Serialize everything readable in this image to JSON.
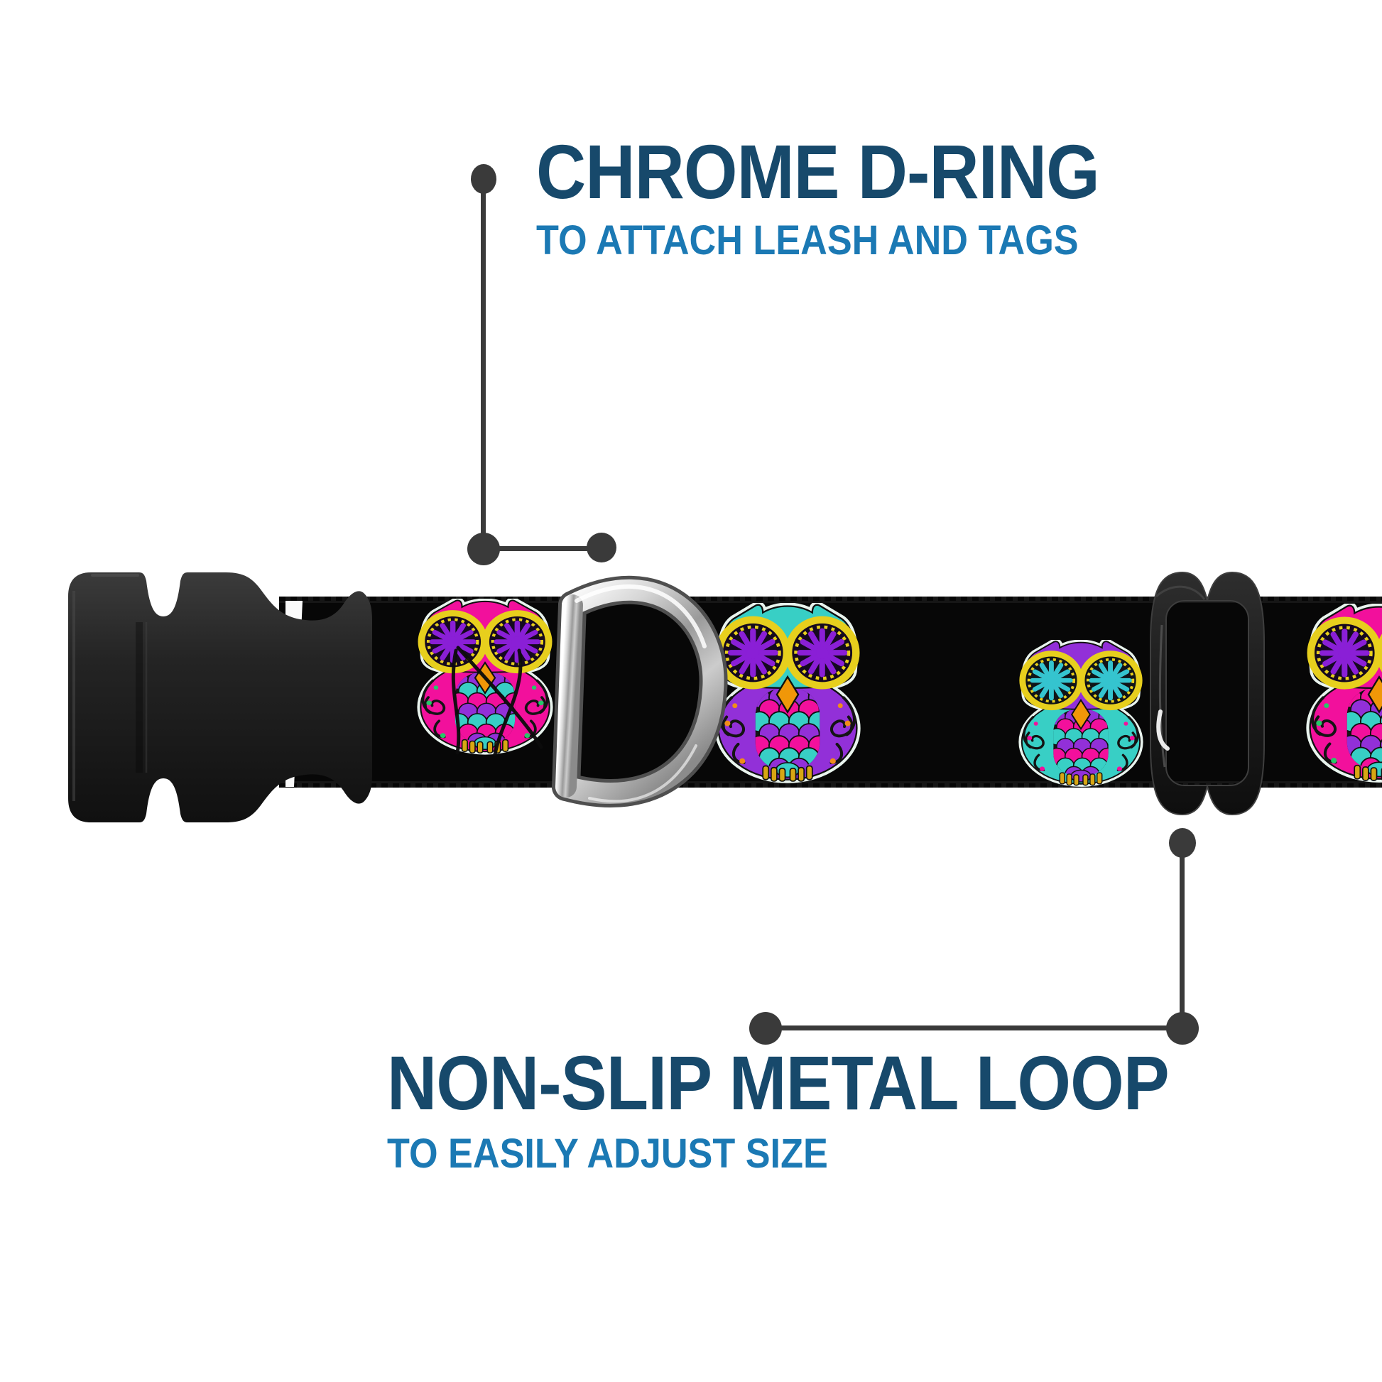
{
  "page": {
    "background": "#ffffff",
    "description": "Dog collar product callout image"
  },
  "annotations": {
    "top": {
      "title": "CHROME D-RING",
      "subtitle": "TO ATTACH LEASH AND TAGS"
    },
    "bottom": {
      "title": "NON-SLIP METAL LOOP",
      "subtitle": "TO EASILY ADJUST SIZE"
    }
  },
  "colors": {
    "background": "#ffffff",
    "title": "#17496b",
    "subtitle": "#1b79b4",
    "leader": "#3a3a3a",
    "webbing": "#070707",
    "buckle_plastic": "#232323",
    "chrome_light": "#f4f4f4",
    "chrome_dark": "#8b8b8b",
    "slider_plastic": "#1e1e1e"
  },
  "collar": {
    "parts": [
      "side-release-buckle",
      "owl-print-webbing",
      "chrome-d-ring",
      "non-slip-slider-loop"
    ],
    "owls": [
      {
        "id": "owl-1",
        "palette": {
          "head": "#f2109c",
          "wing": "#f2109c",
          "iris": "#8a1fd6",
          "ring": "#e7cf1d",
          "ring2": "#f2e379",
          "beak": "#f09708",
          "r1": "#9230d8",
          "r2": "#38cfc5",
          "r3": "#f2109c",
          "accent": "#27c768",
          "feet": "#d8a713",
          "tail": "#38cfc5",
          "halo": "#e9f4ee",
          "eyebg": "#15091f"
        }
      },
      {
        "id": "owl-2",
        "palette": {
          "head": "#38cfc5",
          "wing": "#9230d8",
          "iris": "#8a1fd6",
          "ring": "#e7cf1d",
          "ring2": "#f2e379",
          "beak": "#f09708",
          "r1": "#9230d8",
          "r2": "#f2109c",
          "r3": "#38cfc5",
          "accent": "#f08c1a",
          "feet": "#d8a713",
          "tail": "#38cfc5",
          "halo": "#e9f4ee",
          "eyebg": "#15091f"
        }
      },
      {
        "id": "owl-3",
        "palette": {
          "head": "#9230d8",
          "wing": "#38cfc5",
          "iris": "#35c4cf",
          "ring": "#e7cf1d",
          "ring2": "#f2e379",
          "beak": "#f09708",
          "r1": "#9230d8",
          "r2": "#f2109c",
          "r3": "#38cfc5",
          "accent": "#f2109c",
          "feet": "#d8a713",
          "tail": "#9230d8",
          "halo": "#e9f4ee",
          "eyebg": "#101418"
        }
      },
      {
        "id": "owl-4",
        "palette": {
          "head": "#f2109c",
          "wing": "#f2109c",
          "iris": "#8a1fd6",
          "ring": "#e7cf1d",
          "ring2": "#f2e379",
          "beak": "#f09708",
          "r1": "#f2109c",
          "r2": "#9230d8",
          "r3": "#38cfc5",
          "accent": "#27c768",
          "feet": "#d8a713",
          "tail": "#38cfc5",
          "halo": "#e9f4ee",
          "eyebg": "#15091f"
        }
      }
    ]
  }
}
